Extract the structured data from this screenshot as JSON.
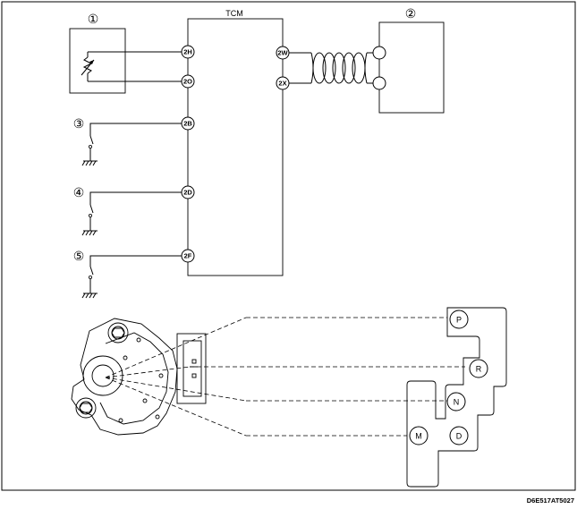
{
  "tcm": {
    "title": "TCM"
  },
  "callouts": [
    "①",
    "②",
    "③",
    "④",
    "⑤"
  ],
  "pins": {
    "left": [
      "2H",
      "2O",
      "2B",
      "2D",
      "2F"
    ],
    "right": [
      "2W",
      "2X"
    ]
  },
  "range_positions": [
    "P",
    "R",
    "N",
    "D",
    "M"
  ],
  "figure_code": "D6E517AT5027"
}
